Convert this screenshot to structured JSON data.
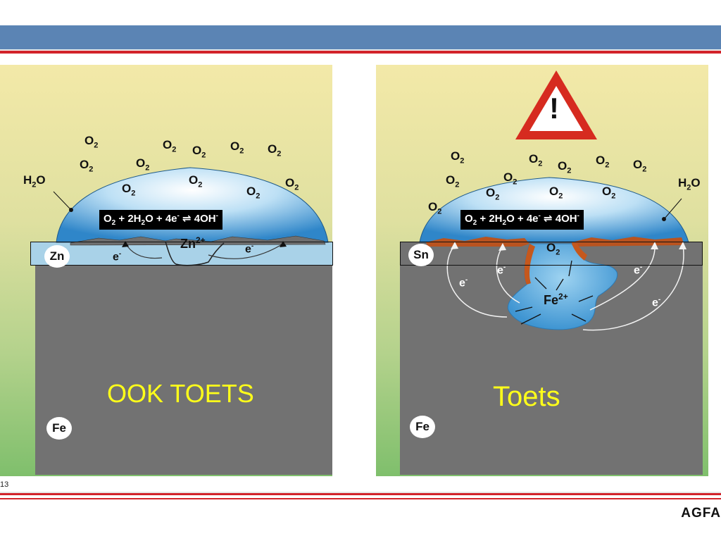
{
  "slide_number": "13",
  "brand": "AGFA",
  "left_panel": {
    "equation": {
      "o2": "O",
      "o2_sub": "2",
      "h2o_pre": " + 2H",
      "h2o_sub": "2",
      "h2o_post": "O + 4e",
      "e_sup": "-",
      "arrow": " ⇌ ",
      "product": "4OH",
      "product_sup": "-"
    },
    "h2o": {
      "base": "H",
      "sub": "2",
      "rest": "O"
    },
    "oxygen": {
      "base": "O",
      "sub": "2"
    },
    "zn_ion": {
      "base": "Zn",
      "sup": "2+"
    },
    "electron": {
      "base": "e",
      "sup": "-"
    },
    "coating": "Zn",
    "substrate": "Fe",
    "caption": "OOK TOETS"
  },
  "right_panel": {
    "equation": {
      "o2": "O",
      "o2_sub": "2",
      "h2o_pre": " + 2H",
      "h2o_sub": "2",
      "h2o_post": "O + 4e",
      "e_sup": "-",
      "arrow": " ⇌ ",
      "product": "4OH",
      "product_sup": "-"
    },
    "h2o": {
      "base": "H",
      "sub": "2",
      "rest": "O"
    },
    "oxygen": {
      "base": "O",
      "sub": "2"
    },
    "fe_ion": {
      "base": "Fe",
      "sup": "2+"
    },
    "electron": {
      "base": "e",
      "sup": "-"
    },
    "warning_mark": "!",
    "coating": "Sn",
    "substrate": "Fe",
    "caption": "Toets"
  },
  "colors": {
    "header_blue": "#5b84b4",
    "accent_red": "#d2232a",
    "steel": "#727272",
    "caption_yellow": "#ffff1a",
    "rust": "#b9531f"
  }
}
